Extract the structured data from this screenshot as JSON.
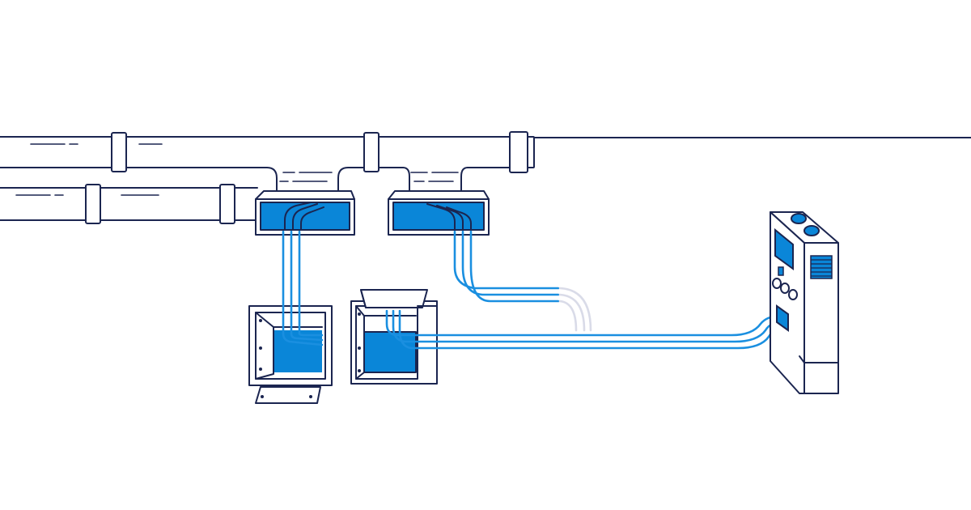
{
  "colors": {
    "ink": "#1b2550",
    "water": "#0a86d8",
    "wire": "#1a8fe0",
    "ghost": "#d9dbe8",
    "background": "#ffffff"
  },
  "scene": {
    "pipes": [
      "upper-pipe",
      "lower-pipe"
    ],
    "units": [
      "left-duct-sensor",
      "right-duct-sensor"
    ],
    "sumps": [
      "left-sump",
      "right-sump"
    ],
    "device": "control-panel"
  }
}
